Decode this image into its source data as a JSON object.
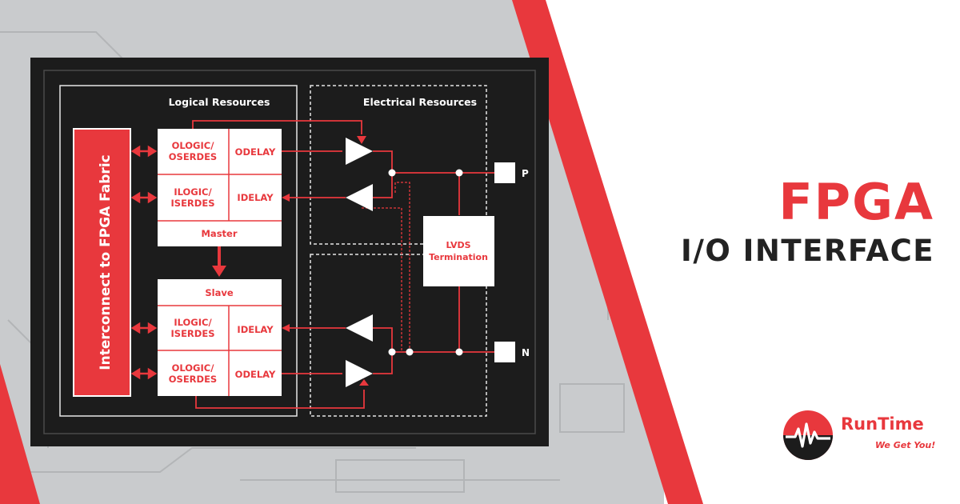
{
  "headline": {
    "title": "FPGA",
    "subtitle": "I/O INTERFACE"
  },
  "brand": {
    "name": "RunTime",
    "tagline": "We Get You!"
  },
  "diagram": {
    "fabric_label": "Interconnect to FPGA Fabric",
    "logical_label": "Logical Resources",
    "electrical_label": "Electrical Resources",
    "master": {
      "label": "Master",
      "cells": [
        {
          "left": "OLOGIC/\nOSERDES",
          "right": "ODELAY"
        },
        {
          "left": "ILOGIC/\nISERDES",
          "right": "IDELAY"
        }
      ]
    },
    "slave": {
      "label": "Slave",
      "cells": [
        {
          "left": "ILOGIC/\nISERDES",
          "right": "IDELAY"
        },
        {
          "left": "OLOGIC/\nOSERDES",
          "right": "ODELAY"
        }
      ]
    },
    "termination": "LVDS\nTermination",
    "pin_p": "P",
    "pin_n": "N"
  },
  "colors": {
    "accent": "#e8383d",
    "dark_panel": "#1c1c1c",
    "line": "#e8383d",
    "text_dark": "#222222"
  }
}
